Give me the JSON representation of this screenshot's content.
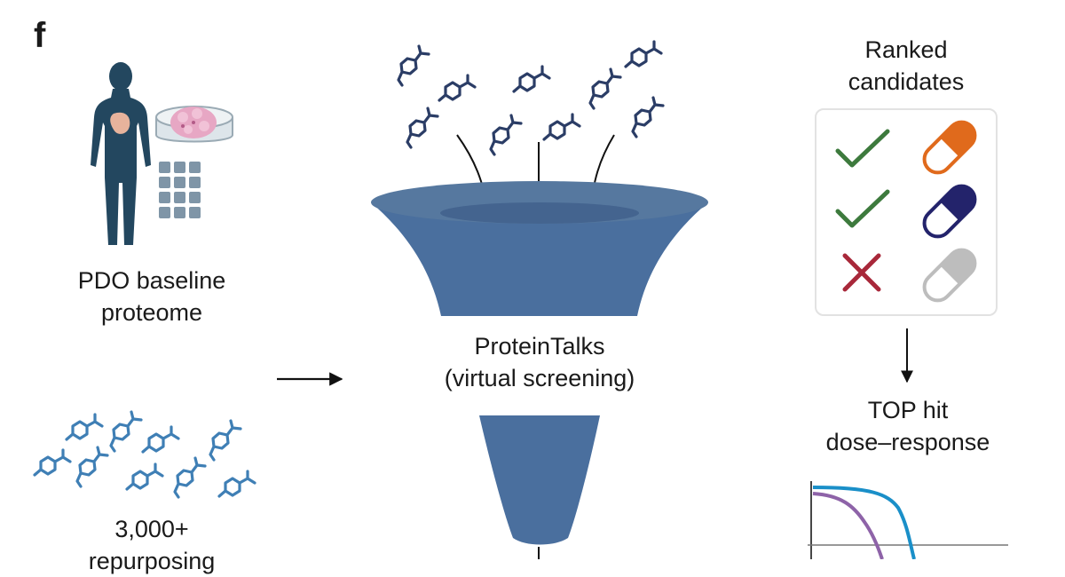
{
  "panel_label": "f",
  "left": {
    "proteome_label_1": "PDO baseline",
    "proteome_label_2": "proteome",
    "compounds_label_1": "3,000+",
    "compounds_label_2": "repurposing"
  },
  "center": {
    "funnel_label_1": "ProteinTalks",
    "funnel_label_2": "(virtual screening)"
  },
  "right": {
    "ranked_label_1": "Ranked",
    "ranked_label_2": "candidates",
    "tophit_label_1": "TOP hit",
    "tophit_label_2": "dose–response"
  },
  "ranked_list": [
    {
      "mark": "check-icon",
      "pill_color": "#e06a1c"
    },
    {
      "mark": "check-icon",
      "pill_color": "#23236b"
    },
    {
      "mark": "cross-icon",
      "pill_color": "#bdbdbd"
    }
  ],
  "colors": {
    "molecule_dark": "#2b3d66",
    "molecule_light": "#3f7fb5",
    "funnel": "#4a6f9e",
    "check": "#3d7a3d",
    "cross": "#a8283a",
    "curve_blue": "#1a8fc8",
    "curve_purple": "#8e63a8"
  }
}
